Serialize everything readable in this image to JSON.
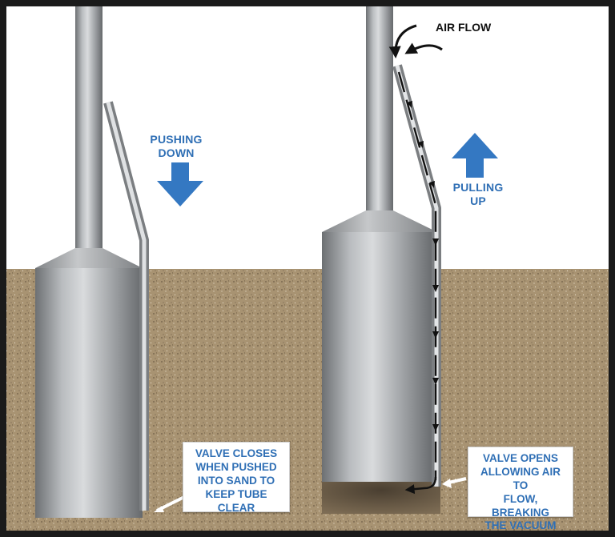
{
  "labels": {
    "pushing": [
      "PUSHING",
      "DOWN"
    ],
    "pulling": [
      "PULLING",
      "UP"
    ],
    "air_flow": "AIR FLOW",
    "valve_closes": [
      "VALVE CLOSES",
      "WHEN PUSHED",
      "INTO SAND TO",
      "KEEP TUBE CLEAR"
    ],
    "valve_opens": [
      "VALVE OPENS",
      "ALLOWING AIR TO",
      "FLOW, BREAKING",
      "THE VACUUM"
    ]
  },
  "colors": {
    "sky": "#ffffff",
    "sand": "#a89372",
    "metal_light": "#c9cbcd",
    "metal_dark": "#6f7275",
    "label_blue": "#2f6fb5",
    "arrow_blue": "#3478c2",
    "frame": "#000000"
  }
}
